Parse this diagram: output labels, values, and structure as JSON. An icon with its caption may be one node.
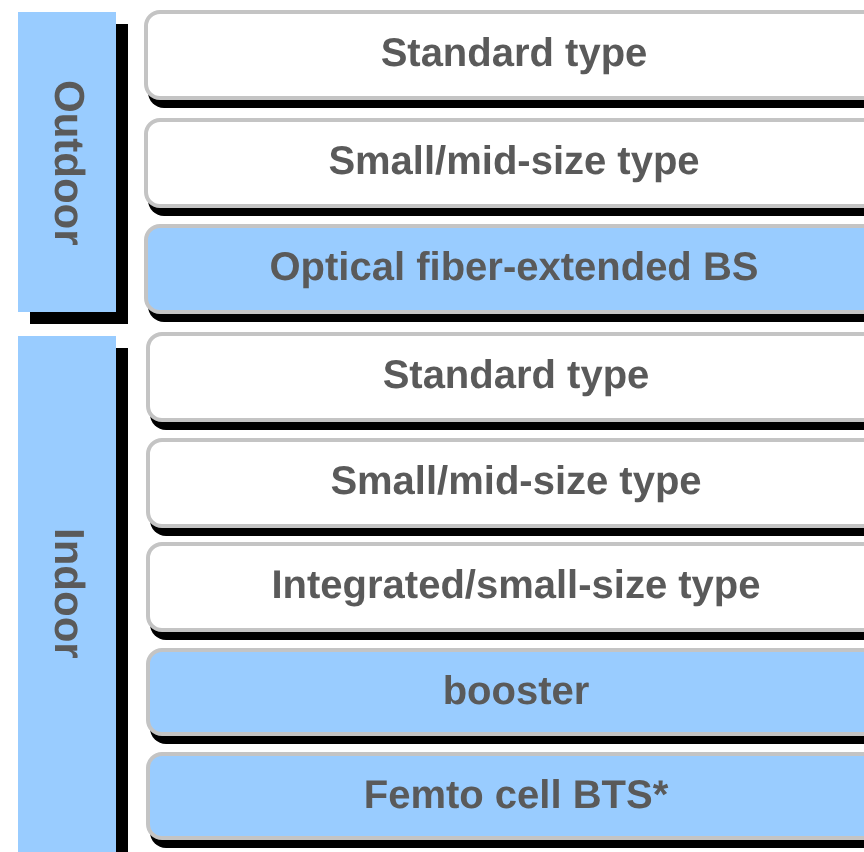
{
  "diagram": {
    "nodes": [
      {
        "text": [
          "Outdoor"
        ]
      },
      {
        "text": [
          "Standard type"
        ]
      },
      {
        "text": [
          "Small/mid-size type"
        ]
      },
      {
        "text": [
          "Optical fiber-extended BS"
        ]
      },
      {
        "text": [
          "Indoor"
        ]
      },
      {
        "text": [
          "Standard type"
        ]
      },
      {
        "text": [
          "Small/mid-size type"
        ]
      },
      {
        "text": [
          "Integrated/small-size type"
        ]
      },
      {
        "text": [
          "booster"
        ]
      },
      {
        "text": [
          "Femto cell BTS*"
        ]
      }
    ]
  }
}
